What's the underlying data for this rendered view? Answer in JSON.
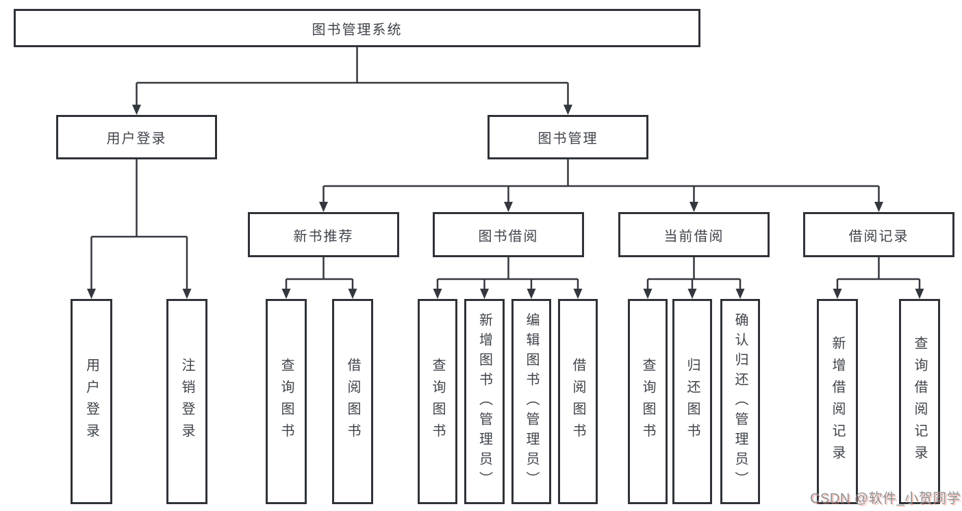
{
  "diagram": {
    "root": {
      "id": "root",
      "label": "图书管理系统"
    },
    "level1": [
      {
        "id": "user-login",
        "label": "用户登录",
        "parent": "root"
      },
      {
        "id": "book-management",
        "label": "图书管理",
        "parent": "root"
      }
    ],
    "level2": [
      {
        "id": "new-book-recommend",
        "label": "新书推荐",
        "parent": "book-management"
      },
      {
        "id": "book-borrowing",
        "label": "图书借阅",
        "parent": "book-management"
      },
      {
        "id": "current-borrowing",
        "label": "当前借阅",
        "parent": "book-management"
      },
      {
        "id": "borrowing-records",
        "label": "借阅记录",
        "parent": "book-management"
      }
    ],
    "leaves": [
      {
        "id": "leaf-user-login",
        "label": "用户登录",
        "parent": "user-login"
      },
      {
        "id": "leaf-logout",
        "label": "注销登录",
        "parent": "user-login"
      },
      {
        "id": "leaf-query-book-recommend",
        "label": "查询图书",
        "parent": "new-book-recommend"
      },
      {
        "id": "leaf-borrow-book-recommend",
        "label": "借阅图书",
        "parent": "new-book-recommend"
      },
      {
        "id": "leaf-query-book-borrowing",
        "label": "查询图书",
        "parent": "book-borrowing"
      },
      {
        "id": "leaf-add-book",
        "label": "新增图书（管理员）",
        "parent": "book-borrowing"
      },
      {
        "id": "leaf-edit-book",
        "label": "编辑图书（管理员）",
        "parent": "book-borrowing"
      },
      {
        "id": "leaf-borrow-book-borrowing",
        "label": "借阅图书",
        "parent": "book-borrowing"
      },
      {
        "id": "leaf-query-book-current",
        "label": "查询图书",
        "parent": "current-borrowing"
      },
      {
        "id": "leaf-return-book",
        "label": "归还图书",
        "parent": "current-borrowing"
      },
      {
        "id": "leaf-confirm-return",
        "label": "确认归还（管理员）",
        "parent": "current-borrowing"
      },
      {
        "id": "leaf-add-borrow-record",
        "label": "新增借阅记录",
        "parent": "borrowing-records"
      },
      {
        "id": "leaf-query-borrow-record",
        "label": "查询借阅记录",
        "parent": "borrowing-records"
      }
    ]
  },
  "watermark": {
    "text": "CSDN @软件_小贺同学"
  },
  "colors": {
    "line": "#34383e",
    "box_border": "#2f3338",
    "box_fill": "#ffffff",
    "text": "#3f444b",
    "watermark_gray": "#8f9398",
    "watermark_red_shadow": "#eb7864",
    "background": "#ffffff"
  }
}
